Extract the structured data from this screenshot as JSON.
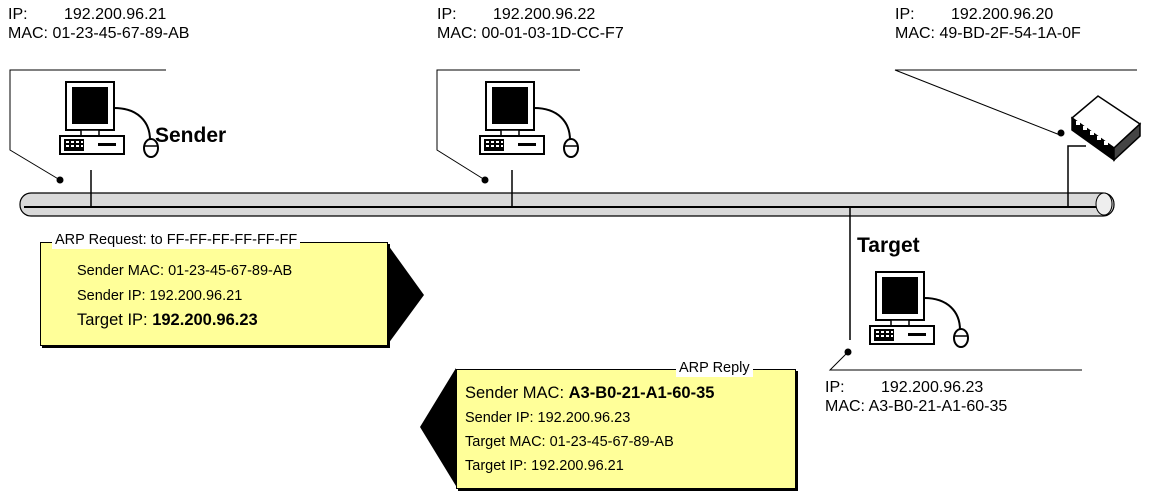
{
  "hosts": {
    "sender": {
      "ip_label": "IP:",
      "ip": "192.200.96.21",
      "mac_label": "MAC:",
      "mac": "01-23-45-67-89-AB",
      "name": "Sender",
      "icon": "computer-icon"
    },
    "host2": {
      "ip_label": "IP:",
      "ip": "192.200.96.22",
      "mac_label": "MAC:",
      "mac": "00-01-03-1D-CC-F7",
      "icon": "computer-icon"
    },
    "router": {
      "ip_label": "IP:",
      "ip": "192.200.96.20",
      "mac_label": "MAC:",
      "mac": "49-BD-2F-54-1A-0F",
      "icon": "router-icon"
    },
    "target": {
      "ip_label": "IP:",
      "ip": "192.200.96.23",
      "mac_label": "MAC:",
      "mac": "A3-B0-21-A1-60-35",
      "name": "Target",
      "icon": "computer-icon"
    }
  },
  "arp_request": {
    "caption": "ARP Request: to FF-FF-FF-FF-FF-FF",
    "sender_mac": "Sender MAC: 01-23-45-67-89-AB",
    "sender_ip": "Sender IP: 192.200.96.21",
    "target_ip_label": "Target IP: ",
    "target_ip": "192.200.96.23"
  },
  "arp_reply": {
    "caption": "ARP Reply",
    "sender_mac_label": "Sender MAC: ",
    "sender_mac": "A3-B0-21-A1-60-35",
    "sender_ip": "Sender IP: 192.200.96.23",
    "target_mac": "Target MAC: 01-23-45-67-89-AB",
    "target_ip": "Target IP: 192.200.96.21"
  },
  "colors": {
    "packet_fill": "#ffff99",
    "bus": "#d9d9d9",
    "outline": "#000000"
  }
}
